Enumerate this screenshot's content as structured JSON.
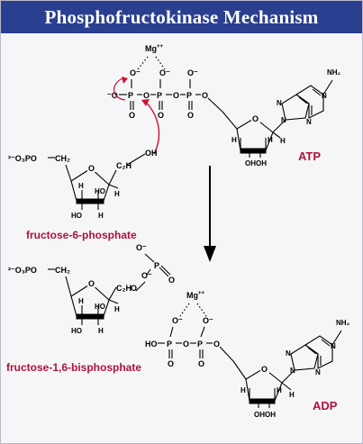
{
  "title": "Phosphofructokinase Mechanism",
  "labels": {
    "atp": "ATP",
    "adp": "ADP",
    "f6p": "fructose-6-phosphate",
    "f16bp": "fructose-1,6-bisphosphate"
  },
  "atoms": {
    "mg": "Mg",
    "mg_charge": "++",
    "o_minus": "O⁻",
    "minus_o": "⁻O",
    "o": "O",
    "p": "P",
    "ho": "HO",
    "oh": "OH",
    "h": "H",
    "nh2": "NH₂",
    "n": "N",
    "ch2": "CH₂",
    "c2h": "C₂H",
    "o3po": "²⁻O₃PO"
  },
  "colors": {
    "title_bg": "#2a3f8f",
    "title_text": "#ffffff",
    "label_red": "#b0123a",
    "arrow_red": "#cc1133"
  }
}
